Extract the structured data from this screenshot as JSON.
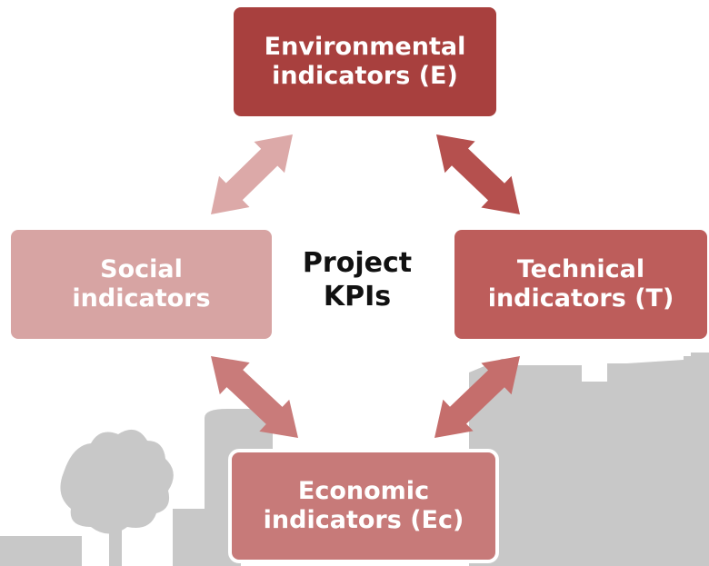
{
  "diagram": {
    "center": {
      "line1": "Project",
      "line2": "KPIs"
    },
    "nodes": {
      "environmental": {
        "line1": "Environmental",
        "line2": "indicators (E)",
        "color": "#a8403e"
      },
      "social": {
        "line1": "Social",
        "line2": "indicators",
        "color": "#d7a4a3"
      },
      "technical": {
        "line1": "Technical",
        "line2": "indicators (T)",
        "color": "#bd5d5b"
      },
      "economic": {
        "line1": "Economic",
        "line2": "indicators (Ec)",
        "color": "#c77a79"
      }
    },
    "connectors": [
      {
        "from": "environmental",
        "to": "social",
        "color": "#dca9a8"
      },
      {
        "from": "environmental",
        "to": "technical",
        "color": "#b5504e"
      },
      {
        "from": "social",
        "to": "economic",
        "color": "#c97b7a"
      },
      {
        "from": "technical",
        "to": "economic",
        "color": "#c56e6c"
      }
    ],
    "background": {
      "silhouette_color": "#c8c8c8"
    }
  }
}
